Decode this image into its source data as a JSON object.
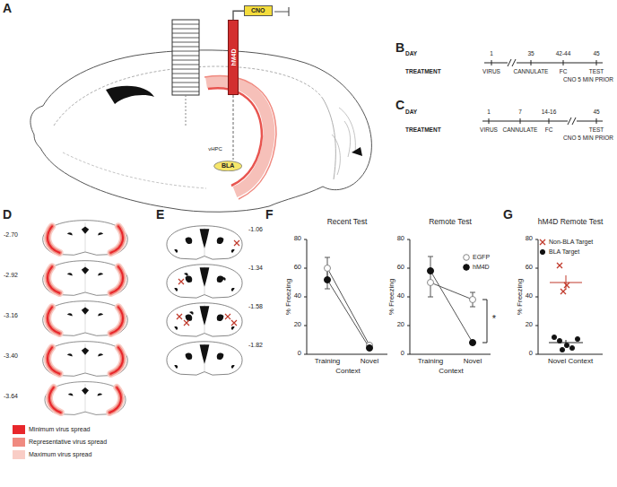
{
  "diagram": {
    "nodes": [
      {
        "text": [
          "CNO"
        ]
      },
      {
        "text": [
          "hM4D"
        ]
      },
      {
        "text": [
          "BLA"
        ]
      }
    ],
    "edges": [
      {
        "from": 0,
        "to": 1,
        "arrow": "none"
      }
    ],
    "labels": [
      "A",
      "B",
      "C",
      "D",
      "E",
      "F",
      "G",
      "DAY",
      "1",
      "35",
      "42-44",
      "45",
      "TREATMENT",
      "VIRUS",
      "CANNULATE",
      "FC",
      "TEST",
      "CNO 5 MIN PRIOR",
      "DAY",
      "1",
      "7",
      "14-16",
      "45",
      "TREATMENT",
      "VIRUS",
      "CANNULATE",
      "FC",
      "TEST",
      "CNO 5 MIN PRIOR",
      "-2.70",
      "-2.92",
      "-3.16",
      "-3.40",
      "-3.64",
      "-1.06",
      "-1.34",
      "-1.58",
      "-1.82",
      "Recent Test",
      "% Freezing",
      "80",
      "60",
      "40",
      "20",
      "0",
      "Training",
      "Novel",
      "Context",
      "Remote Test",
      "% Freezing",
      "80",
      "60",
      "40",
      "20",
      "0",
      "Training",
      "Novel",
      "Context",
      "*",
      "hM4D Remote Test",
      "% Freezing",
      "80",
      "60",
      "40",
      "20",
      "0",
      "Novel Context",
      "vHPC"
    ],
    "legend": [
      {
        "text": "Minimum virus spread",
        "color": "#e8262b"
      },
      {
        "text": "Representative virus spread",
        "color": "#f08a80"
      },
      {
        "text": "Maximum virus spread",
        "color": "#f9cdc6"
      },
      {
        "text": "EGFP"
      },
      {
        "text": "hM4D"
      },
      {
        "text": "Non-BLA Target"
      },
      {
        "text": "BLA Target"
      }
    ]
  }
}
